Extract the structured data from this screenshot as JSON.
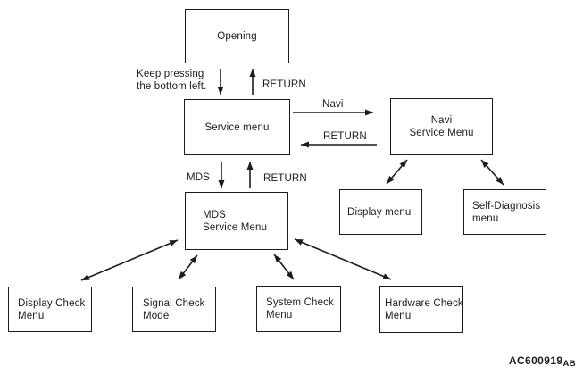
{
  "diagram": {
    "colors": {
      "ink": "#1c1c1c",
      "background": "#ffffff"
    },
    "boxes": [
      {
        "id": "opening",
        "lines": [
          "Opening"
        ]
      },
      {
        "id": "service-menu",
        "lines": [
          "Service menu"
        ]
      },
      {
        "id": "navi-service-menu",
        "lines": [
          "Navi",
          "Service Menu"
        ]
      },
      {
        "id": "display-menu",
        "lines": [
          "Display menu"
        ]
      },
      {
        "id": "self-diagnosis-menu",
        "lines": [
          "Self-Diagnosis",
          "menu"
        ]
      },
      {
        "id": "mds-service-menu",
        "lines": [
          "MDS",
          "Service Menu"
        ]
      },
      {
        "id": "display-check-menu",
        "lines": [
          "Display Check",
          "Menu"
        ]
      },
      {
        "id": "signal-check-mode",
        "lines": [
          "Signal Check",
          "Mode"
        ]
      },
      {
        "id": "system-check-menu",
        "lines": [
          "System Check",
          "Menu"
        ]
      },
      {
        "id": "hardware-check-menu",
        "lines": [
          "Hardware Check",
          "Menu"
        ]
      }
    ],
    "labels": {
      "keep_pressing": [
        "Keep pressing",
        "the bottom left."
      ],
      "return_opening": "RETURN",
      "navi": "Navi",
      "return_navi": "RETURN",
      "mds": "MDS",
      "return_mds": "RETURN"
    },
    "figure_code": {
      "main": "AC600919",
      "suffix": "AB"
    }
  }
}
